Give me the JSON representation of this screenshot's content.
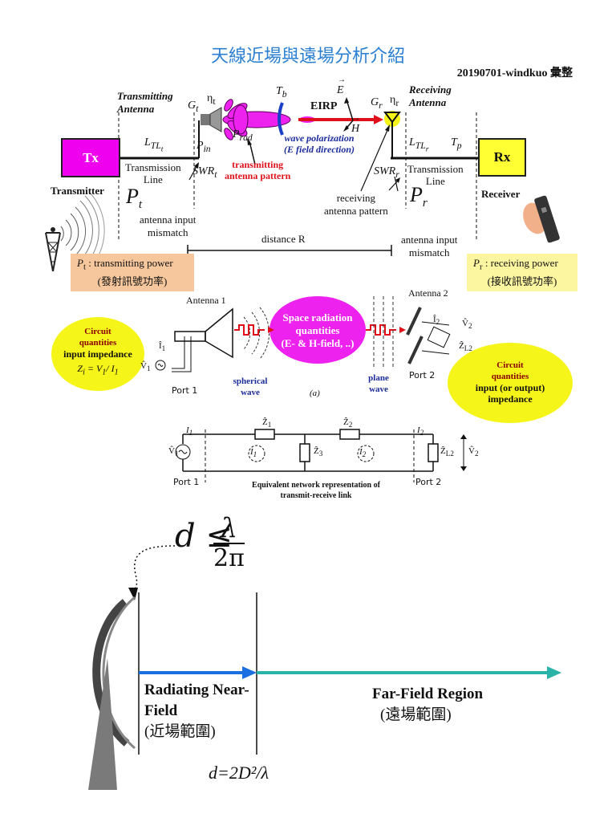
{
  "header": {
    "title": "天線近場與遠場分析介紹",
    "author": "20190701-windkuo 彙整"
  },
  "top": {
    "tx_label": "Tx",
    "rx_label": "Rx",
    "transmitting_antenna": [
      "Transmitting",
      "Antenna"
    ],
    "receiving_antenna": [
      "Receiving",
      "Antenna"
    ],
    "gt": "G",
    "gt_sub": "t",
    "eta_t": "η",
    "eta_t_sub": "t",
    "tb": "T",
    "tb_sub": "b",
    "e_vec": "E",
    "h_vec": "H",
    "eirp": "EIRP",
    "gr": "G",
    "gr_sub": "r",
    "eta_r": "η",
    "eta_r_sub": "r",
    "ltl_t": "L",
    "ltl_t_sub": "TL",
    "ltl_t_subsub": "t",
    "ltl_r": "L",
    "ltl_r_sub": "TL",
    "ltl_r_subsub": "r",
    "tp": "T",
    "tp_sub": "p",
    "pin": "P",
    "pin_sub": "in",
    "prad": "P",
    "prad_sub": "rad",
    "wave_pol": [
      "wave polarization",
      "(E field direction)"
    ],
    "transmitting_pattern": [
      "transmitting",
      "antenna pattern"
    ],
    "tl_left": [
      "Transmission",
      "Line"
    ],
    "tl_right": [
      "Transmission",
      "Line"
    ],
    "swr_t": "SWR",
    "swr_t_sub": "t",
    "swr_r": "SWR",
    "swr_r_sub": "r",
    "transmitter": "Transmitter",
    "receiver": "Receiver",
    "pt": "P",
    "pt_sub": "t",
    "pr": "P",
    "pr_sub": "r",
    "input_mismatch_left": [
      "antenna input",
      "mismatch"
    ],
    "receiving_pattern": [
      "receiving",
      "antenna pattern"
    ],
    "input_mismatch_right": [
      "antenna input",
      "mismatch"
    ],
    "distance": "distance R",
    "pt_box": [
      "P",
      "t",
      " : transmitting  power",
      "(發射訊號功率)"
    ],
    "pr_box": [
      "P",
      "r",
      " : receiving  power",
      "(接收訊號功率)"
    ]
  },
  "middle": {
    "antenna1": "Antenna 1",
    "antenna2": "Antenna 2",
    "space_radiation": [
      "Space radiation",
      "quantities",
      "(E- & H-field, ..)"
    ],
    "circuit_left": [
      "Circuit",
      "quantities",
      "input impedance"
    ],
    "zi_left": "Z",
    "zi_left_rest": " = V",
    "zi_left_rest2": "/ I",
    "circuit_right": [
      "Circuit",
      "quantities",
      "input (or output)",
      "impedance"
    ],
    "spherical": [
      "spherical",
      "wave"
    ],
    "plane": [
      "plane",
      "wave"
    ],
    "port1": "Port 1",
    "port2": "Port 2",
    "a_label": "(a)",
    "i1_hat": "Î",
    "v1_hat": "V̂",
    "i2_hat": "Î",
    "v2_hat": "V̂",
    "zl2": "Ẑ",
    "network_caption": [
      "Equivalent network representation of",
      "transmit-receive link"
    ],
    "z1": "Ẑ",
    "z2": "Ẑ",
    "z3": "Ẑ",
    "net_port1": "Port 1",
    "net_port2": "Port 2"
  },
  "bottom": {
    "near_formula": "d ≤",
    "lambda": "λ",
    "two_pi": "2π",
    "near_label": [
      "Radiating Near-",
      "Field",
      "(近場範圍)"
    ],
    "far_label": [
      "Far-Field Region",
      "(遠場範圍)"
    ],
    "far_formula": "d=2D²/λ"
  },
  "colors": {
    "title": "#2a7fd0",
    "tx_box": "#ef00ef",
    "rx_box": "#ffff33",
    "magenta": "#ee22ee",
    "yellow": "#f5f51a",
    "blue_arrow": "#1c6fe0",
    "teal_arrow": "#2ab3a8"
  }
}
